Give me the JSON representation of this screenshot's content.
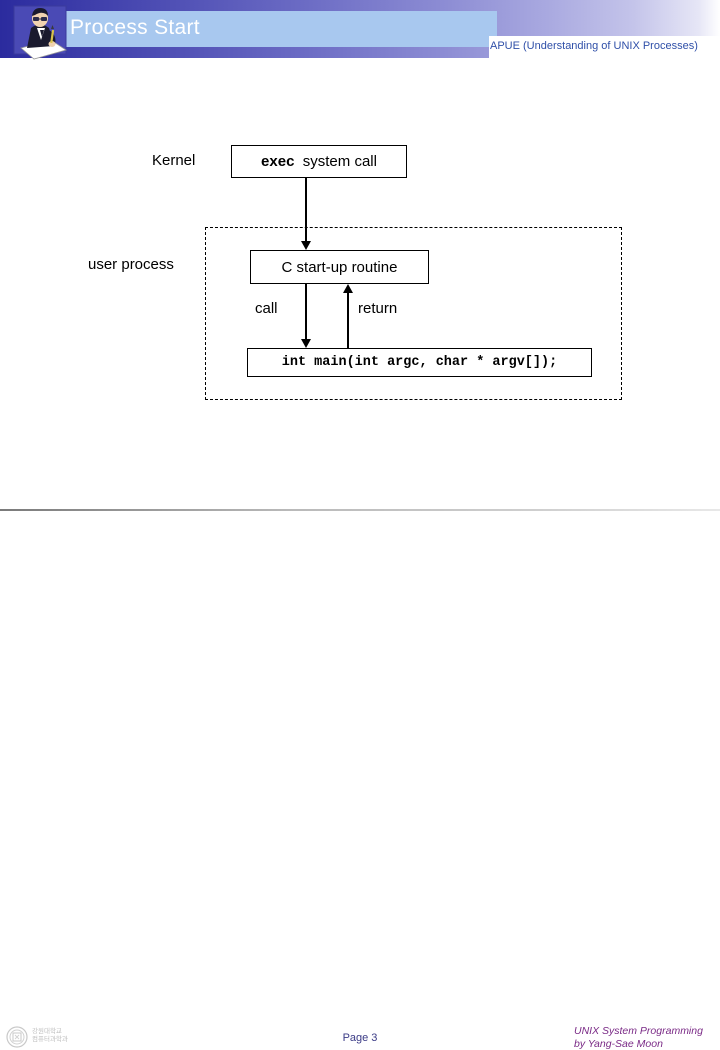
{
  "header": {
    "title": "Process Start",
    "subtitle": "APUE (Understanding of UNIX Processes)",
    "icon": "person-writing-icon",
    "title_plate_color": "#a8c8ef",
    "subtitle_color": "#2f4fa8",
    "band_start_color": "#2b2b9e",
    "band_end_color": "#ffffff"
  },
  "diagram": {
    "type": "flow",
    "labels": {
      "kernel": "Kernel",
      "user_process": "user process",
      "call": "call",
      "return": "return"
    },
    "boxes": {
      "exec": {
        "keyword": "exec",
        "rest": "system call"
      },
      "c_startup": "C start-up routine",
      "main_prototype": "int main(int argc, char * argv[]);"
    },
    "arrows": [
      {
        "name": "exec-to-c-startup",
        "direction": "down",
        "label": ""
      },
      {
        "name": "c-startup-to-main",
        "direction": "down",
        "label": "call"
      },
      {
        "name": "main-to-c-startup",
        "direction": "up",
        "label": "return"
      }
    ],
    "region": {
      "name": "user-process-region",
      "style": "dashed"
    }
  },
  "footer": {
    "page": "Page 3",
    "credit_line1": "UNIX System Programming",
    "credit_line2": "by Yang-Sae Moon",
    "credit_color": "#7a2a86",
    "page_color": "#3b3b86",
    "logo_line1": "강원대학교",
    "logo_line2": "컴퓨터과학과"
  }
}
